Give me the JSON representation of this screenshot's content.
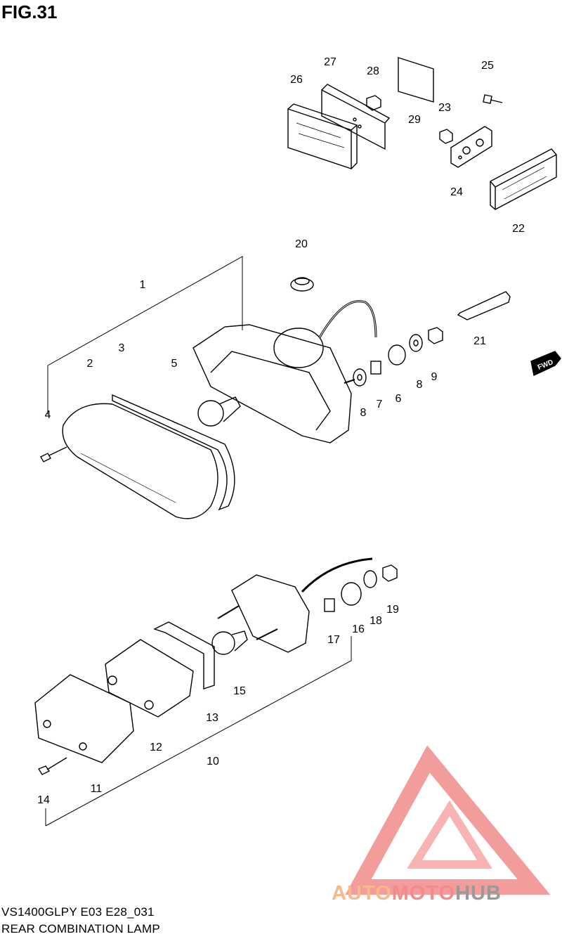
{
  "figure": {
    "title": "FIG.31"
  },
  "footer": {
    "model_line": "VS1400GLPY E03 E28_031",
    "caption": "REAR COMBINATION LAMP"
  },
  "watermark": {
    "part_a": "AUTO",
    "part_b": "MOTO",
    "part_c": "HUB",
    "colors": {
      "orange": "#f6b98a",
      "red": "#f28b8b",
      "gray": "#9a9a9a"
    }
  },
  "fwd_badge": {
    "text": "FWD"
  },
  "parts": [
    {
      "ref": "1"
    },
    {
      "ref": "2"
    },
    {
      "ref": "3"
    },
    {
      "ref": "4"
    },
    {
      "ref": "5"
    },
    {
      "ref": "6"
    },
    {
      "ref": "7"
    },
    {
      "ref": "8"
    },
    {
      "ref": "8"
    },
    {
      "ref": "9"
    },
    {
      "ref": "10"
    },
    {
      "ref": "11"
    },
    {
      "ref": "12"
    },
    {
      "ref": "13"
    },
    {
      "ref": "14"
    },
    {
      "ref": "15"
    },
    {
      "ref": "16"
    },
    {
      "ref": "17"
    },
    {
      "ref": "18"
    },
    {
      "ref": "19"
    },
    {
      "ref": "20"
    },
    {
      "ref": "21"
    },
    {
      "ref": "22"
    },
    {
      "ref": "23"
    },
    {
      "ref": "24"
    },
    {
      "ref": "25"
    },
    {
      "ref": "26"
    },
    {
      "ref": "27"
    },
    {
      "ref": "28"
    },
    {
      "ref": "29"
    }
  ]
}
